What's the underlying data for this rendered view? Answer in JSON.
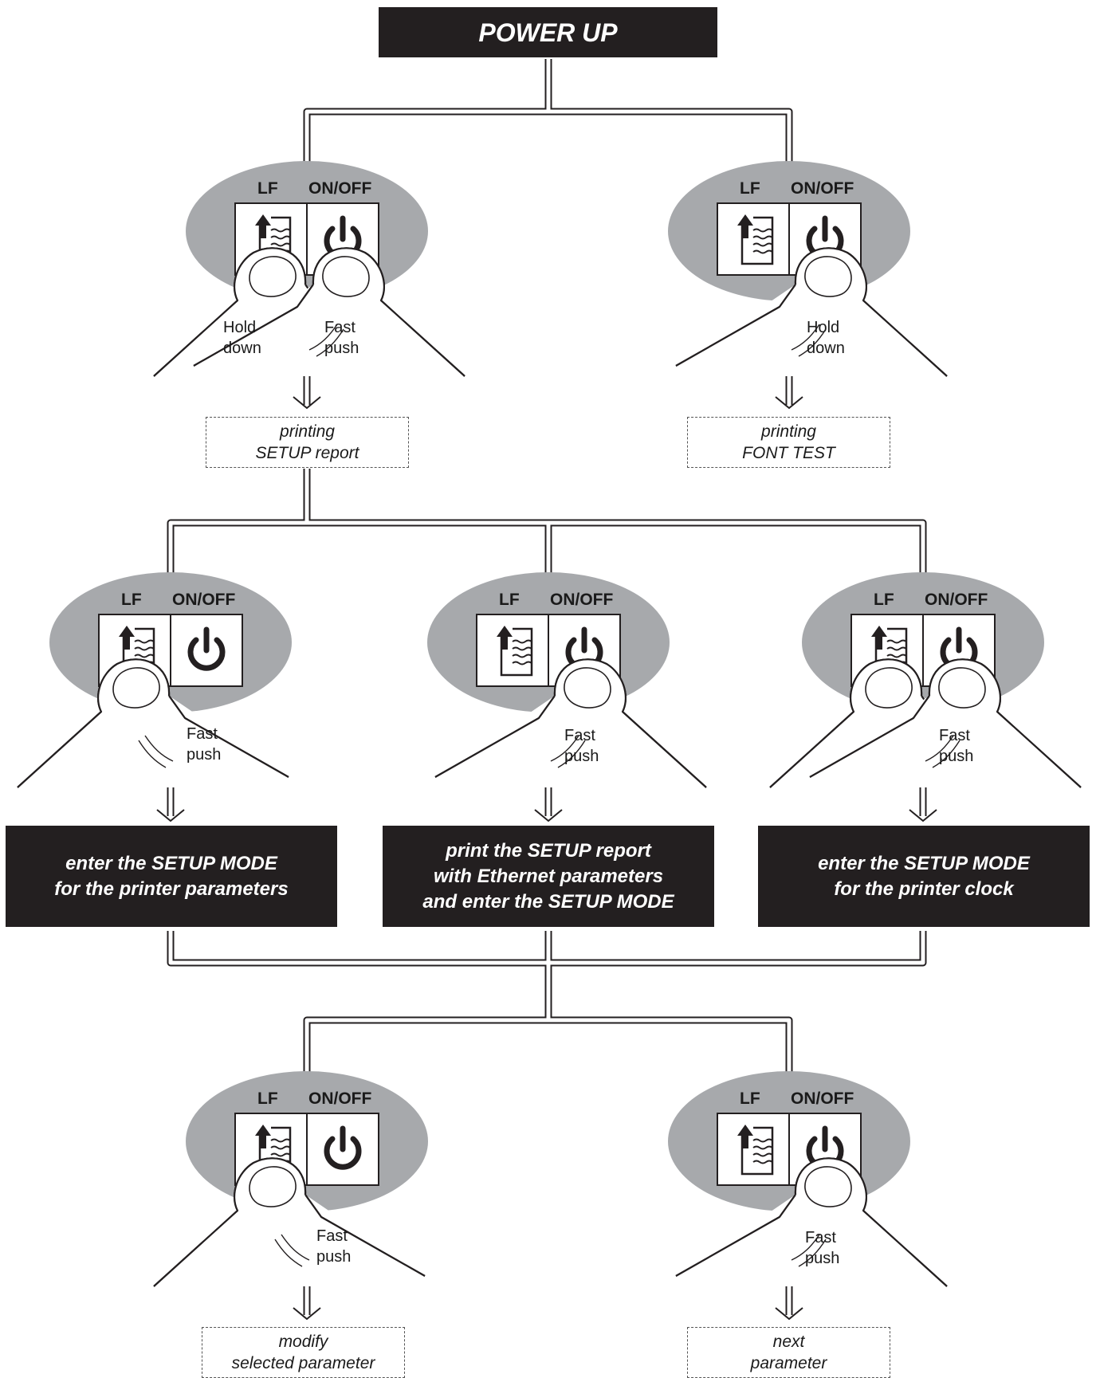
{
  "title": "POWER UP",
  "buttons": {
    "lf": "LF",
    "onoff": "ON/OFF"
  },
  "panels": [
    {
      "id": "p1",
      "pressed": "LF + ON/OFF",
      "notes": [
        {
          "lines": [
            "Hold",
            "down"
          ]
        },
        {
          "lines": [
            "Fast",
            "push"
          ]
        }
      ]
    },
    {
      "id": "p2",
      "pressed": "ON/OFF",
      "notes": [
        {
          "lines": [
            "Hold",
            "down"
          ]
        }
      ]
    },
    {
      "id": "p3",
      "pressed": "LF",
      "notes": [
        {
          "lines": [
            "Fast",
            "push"
          ]
        }
      ]
    },
    {
      "id": "p4",
      "pressed": "ON/OFF",
      "notes": [
        {
          "lines": [
            "Fast",
            "push"
          ]
        }
      ]
    },
    {
      "id": "p5",
      "pressed": "LF + ON/OFF",
      "notes": [
        {
          "lines": [
            "Fast",
            "push"
          ]
        }
      ]
    },
    {
      "id": "p6",
      "pressed": "LF",
      "notes": [
        {
          "lines": [
            "Fast",
            "push"
          ]
        }
      ]
    },
    {
      "id": "p7",
      "pressed": "ON/OFF",
      "notes": [
        {
          "lines": [
            "Fast",
            "push"
          ]
        }
      ]
    }
  ],
  "results": {
    "setup_report": [
      "printing",
      "SETUP report"
    ],
    "font_test": [
      "printing",
      "FONT TEST"
    ],
    "modify": [
      "modify",
      "selected parameter"
    ],
    "next": [
      "next",
      "parameter"
    ]
  },
  "modes": {
    "printer_params": [
      "enter the SETUP MODE",
      "for the printer parameters"
    ],
    "ethernet": [
      "print the SETUP report",
      "with Ethernet parameters",
      "and enter the SETUP MODE"
    ],
    "clock": [
      "enter the SETUP MODE",
      "for the printer clock"
    ]
  },
  "colors": {
    "box": "#231f20",
    "oval": "#a7a9ac",
    "line": "#231f20"
  }
}
